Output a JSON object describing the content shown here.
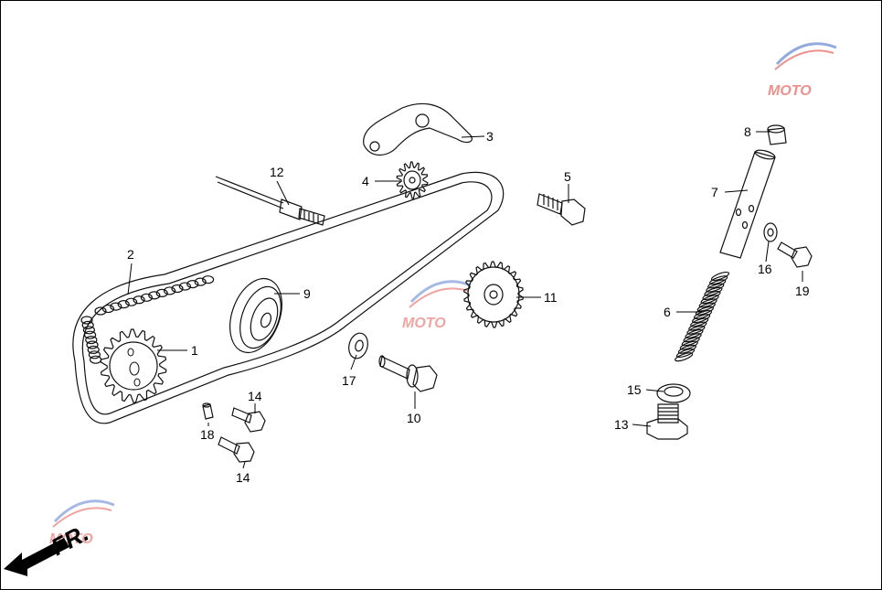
{
  "direction_label": "FR.",
  "watermark": {
    "brand": "MOTO",
    "colors": [
      "#e2342f",
      "#3a66c4",
      "#8a8a8a"
    ]
  },
  "parts": [
    {
      "ref": "1",
      "name": "cam sprocket"
    },
    {
      "ref": "2",
      "name": "cam chain"
    },
    {
      "ref": "3",
      "name": "tensioner bracket"
    },
    {
      "ref": "4",
      "name": "small guide sprocket"
    },
    {
      "ref": "5",
      "name": "hex bolt"
    },
    {
      "ref": "6",
      "name": "tensioner spring"
    },
    {
      "ref": "7",
      "name": "tensioner push rod"
    },
    {
      "ref": "8",
      "name": "rod cap"
    },
    {
      "ref": "9",
      "name": "chain roller"
    },
    {
      "ref": "10",
      "name": "flange bolt"
    },
    {
      "ref": "11",
      "name": "tensioner sprocket"
    },
    {
      "ref": "12",
      "name": "tensioner pin"
    },
    {
      "ref": "13",
      "name": "sealing bolt"
    },
    {
      "ref": "14",
      "name": "bolt"
    },
    {
      "ref": "15",
      "name": "sealing washer"
    },
    {
      "ref": "16",
      "name": "washer"
    },
    {
      "ref": "17",
      "name": "washer"
    },
    {
      "ref": "18",
      "name": "dowel pin"
    },
    {
      "ref": "19",
      "name": "bolt"
    }
  ],
  "callouts": [
    {
      "label": "1"
    },
    {
      "label": "2"
    },
    {
      "label": "3"
    },
    {
      "label": "4"
    },
    {
      "label": "5"
    },
    {
      "label": "6"
    },
    {
      "label": "7"
    },
    {
      "label": "8"
    },
    {
      "label": "9"
    },
    {
      "label": "10"
    },
    {
      "label": "11"
    },
    {
      "label": "12"
    },
    {
      "label": "13"
    },
    {
      "label": "14"
    },
    {
      "label": "14"
    },
    {
      "label": "15"
    },
    {
      "label": "16"
    },
    {
      "label": "17"
    },
    {
      "label": "18"
    },
    {
      "label": "19"
    }
  ]
}
